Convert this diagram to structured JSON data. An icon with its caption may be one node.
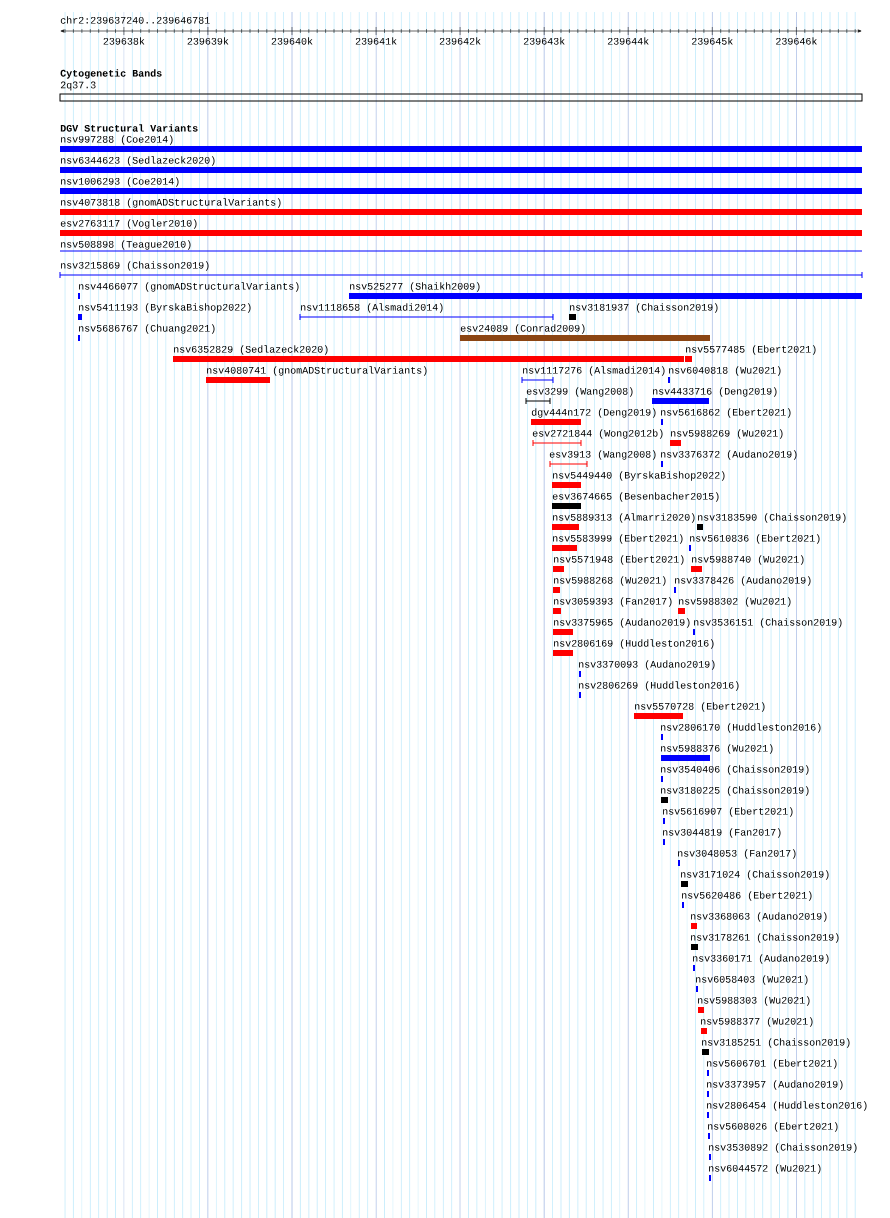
{
  "diagram": {
    "nodes": [
      {
        "text": [
          "nsv997288 (Coe2014)"
        ]
      },
      {
        "text": [
          "nsv6344623 (Sedlazeck2020)"
        ]
      },
      {
        "text": [
          "nsv1006293 (Coe2014)"
        ]
      },
      {
        "text": [
          "nsv4073818 (gnomADStructuralVariants)"
        ]
      },
      {
        "text": [
          "esv2763117 (Vogler2010)"
        ]
      },
      {
        "text": [
          "nsv508898 (Teague2010)"
        ]
      },
      {
        "text": [
          "nsv3215869 (Chaisson2019)"
        ]
      },
      {
        "text": [
          "nsv4466077 (gnomADStructuralVariants)"
        ]
      },
      {
        "text": [
          "nsv525277 (Shaikh2009)"
        ]
      },
      {
        "text": [
          "nsv5411193 (ByrskaBishop2022)"
        ]
      },
      {
        "text": [
          "nsv1118658 (Alsmadi2014)"
        ]
      },
      {
        "text": [
          "nsv3181937 (Chaisson2019)"
        ]
      },
      {
        "text": [
          "nsv5686767 (Chuang2021)"
        ]
      },
      {
        "text": [
          "esv24089 (Conrad2009)"
        ]
      },
      {
        "text": [
          "nsv6352829 (Sedlazeck2020)"
        ]
      },
      {
        "text": [
          "nsv5577485 (Ebert2021)"
        ]
      },
      {
        "text": [
          "nsv4080741 (gnomADStructuralVariants)"
        ]
      },
      {
        "text": [
          "nsv1117276 (Alsmadi2014)"
        ]
      },
      {
        "text": [
          "nsv6040818 (Wu2021)"
        ]
      },
      {
        "text": [
          "esv3299 (Wang2008)"
        ]
      },
      {
        "text": [
          "nsv4433716 (Deng2019)"
        ]
      },
      {
        "text": [
          "dgv444n172 (Deng2019)"
        ]
      },
      {
        "text": [
          "nsv5616862 (Ebert2021)"
        ]
      },
      {
        "text": [
          "esv2721844 (Wong2012b)"
        ]
      },
      {
        "text": [
          "nsv5988269 (Wu2021)"
        ]
      },
      {
        "text": [
          "esv3913 (Wang2008)"
        ]
      },
      {
        "text": [
          "nsv3376372 (Audano2019)"
        ]
      },
      {
        "text": [
          "nsv5449440 (ByrskaBishop2022)"
        ]
      },
      {
        "text": [
          "esv3674665 (Besenbacher2015)"
        ]
      },
      {
        "text": [
          "nsv5889313 (Almarri2020)"
        ]
      },
      {
        "text": [
          "nsv3183590 (Chaisson2019)"
        ]
      },
      {
        "text": [
          "nsv5583999 (Ebert2021)"
        ]
      },
      {
        "text": [
          "nsv5610836 (Ebert2021)"
        ]
      },
      {
        "text": [
          "nsv5571948 (Ebert2021)"
        ]
      },
      {
        "text": [
          "nsv5988740 (Wu2021)"
        ]
      },
      {
        "text": [
          "nsv5988268 (Wu2021)"
        ]
      },
      {
        "text": [
          "nsv3378426 (Audano2019)"
        ]
      },
      {
        "text": [
          "nsv3059393 (Fan2017)"
        ]
      },
      {
        "text": [
          "nsv5988302 (Wu2021)"
        ]
      },
      {
        "text": [
          "nsv3375965 (Audano2019)"
        ]
      },
      {
        "text": [
          "nsv3536151 (Chaisson2019)"
        ]
      },
      {
        "text": [
          "nsv2806169 (Huddleston2016)"
        ]
      },
      {
        "text": [
          "nsv3370093 (Audano2019)"
        ]
      },
      {
        "text": [
          "nsv2806269 (Huddleston2016)"
        ]
      },
      {
        "text": [
          "nsv5570728 (Ebert2021)"
        ]
      },
      {
        "text": [
          "nsv2806170 (Huddleston2016)"
        ]
      },
      {
        "text": [
          "nsv5988376 (Wu2021)"
        ]
      },
      {
        "text": [
          "nsv3540406 (Chaisson2019)"
        ]
      },
      {
        "text": [
          "nsv3180225 (Chaisson2019)"
        ]
      },
      {
        "text": [
          "nsv5616907 (Ebert2021)"
        ]
      },
      {
        "text": [
          "nsv3044819 (Fan2017)"
        ]
      },
      {
        "text": [
          "nsv3048053 (Fan2017)"
        ]
      },
      {
        "text": [
          "nsv3171024 (Chaisson2019)"
        ]
      },
      {
        "text": [
          "nsv5620486 (Ebert2021)"
        ]
      },
      {
        "text": [
          "nsv3368063 (Audano2019)"
        ]
      },
      {
        "text": [
          "nsv3178261 (Chaisson2019)"
        ]
      },
      {
        "text": [
          "nsv3360171 (Audano2019)"
        ]
      },
      {
        "text": [
          "nsv6058403 (Wu2021)"
        ]
      },
      {
        "text": [
          "nsv5988303 (Wu2021)"
        ]
      },
      {
        "text": [
          "nsv5988377 (Wu2021)"
        ]
      },
      {
        "text": [
          "nsv3185251 (Chaisson2019)"
        ]
      },
      {
        "text": [
          "nsv5606701 (Ebert2021)"
        ]
      },
      {
        "text": [
          "nsv3373957 (Audano2019)"
        ]
      },
      {
        "text": [
          "nsv2806454 (Huddleston2016)"
        ]
      },
      {
        "text": [
          "nsv5608026 (Ebert2021)"
        ]
      },
      {
        "text": [
          "nsv3530892 (Chaisson2019)"
        ]
      },
      {
        "text": [
          "nsv6044572 (Wu2021)"
        ]
      }
    ],
    "labels": [
      "chr2:239637240..239646781",
      "239638k",
      "239639k",
      "239640k",
      "239641k",
      "239642k",
      "239643k",
      "239644k",
      "239645k",
      "239646k",
      "Cytogenetic Bands",
      "2q37.3",
      "DGV Structural Variants"
    ]
  }
}
